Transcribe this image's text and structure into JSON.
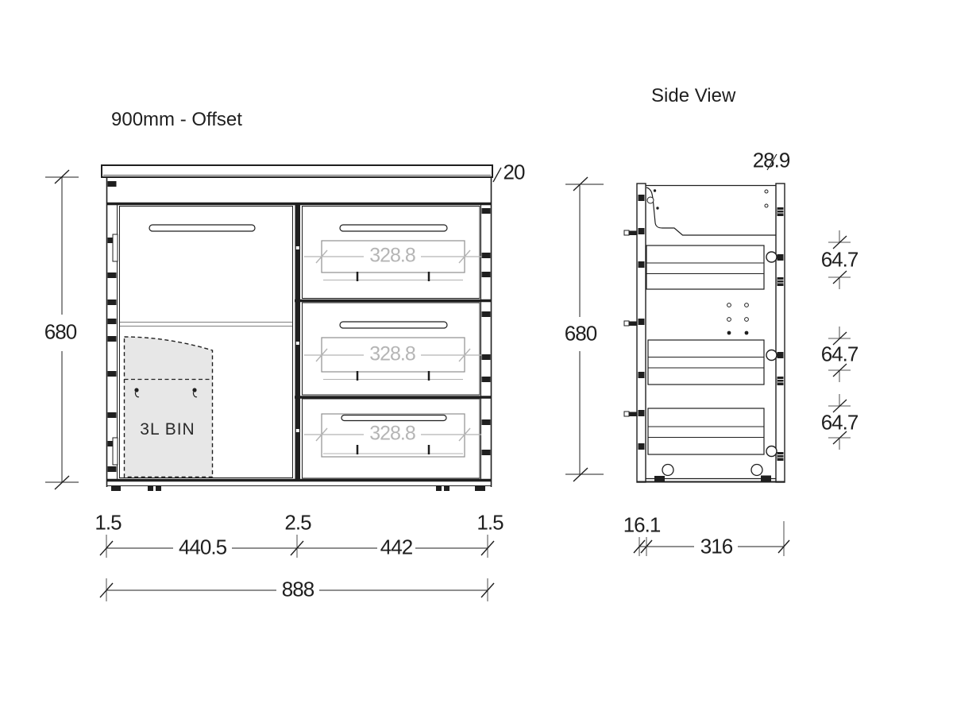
{
  "front_view": {
    "title": "900mm - Offset",
    "bin_label": "3L BIN",
    "dims": {
      "height": "680",
      "benchtop_thickness": "20",
      "edge_gap_left": "1.5",
      "center_gap": "2.5",
      "edge_gap_right": "1.5",
      "door_width": "440.5",
      "drawer_bank_width": "442",
      "overall_width": "888"
    },
    "drawer_inner_widths": [
      "328.8",
      "328.8",
      "328.8"
    ]
  },
  "side_view": {
    "title": "Side View",
    "dims": {
      "height": "680",
      "top_rail": "28.9",
      "bottom_gap": "16.1",
      "depth": "316"
    },
    "drawer_side_heights": [
      "64.7",
      "64.7",
      "64.7"
    ]
  },
  "colors": {
    "line": "#1f1f1f",
    "dim_text": "#1f1f1f",
    "ghost_dim": "#b5b5b5",
    "bin_fill": "#e7e7e7",
    "background": "#ffffff"
  }
}
